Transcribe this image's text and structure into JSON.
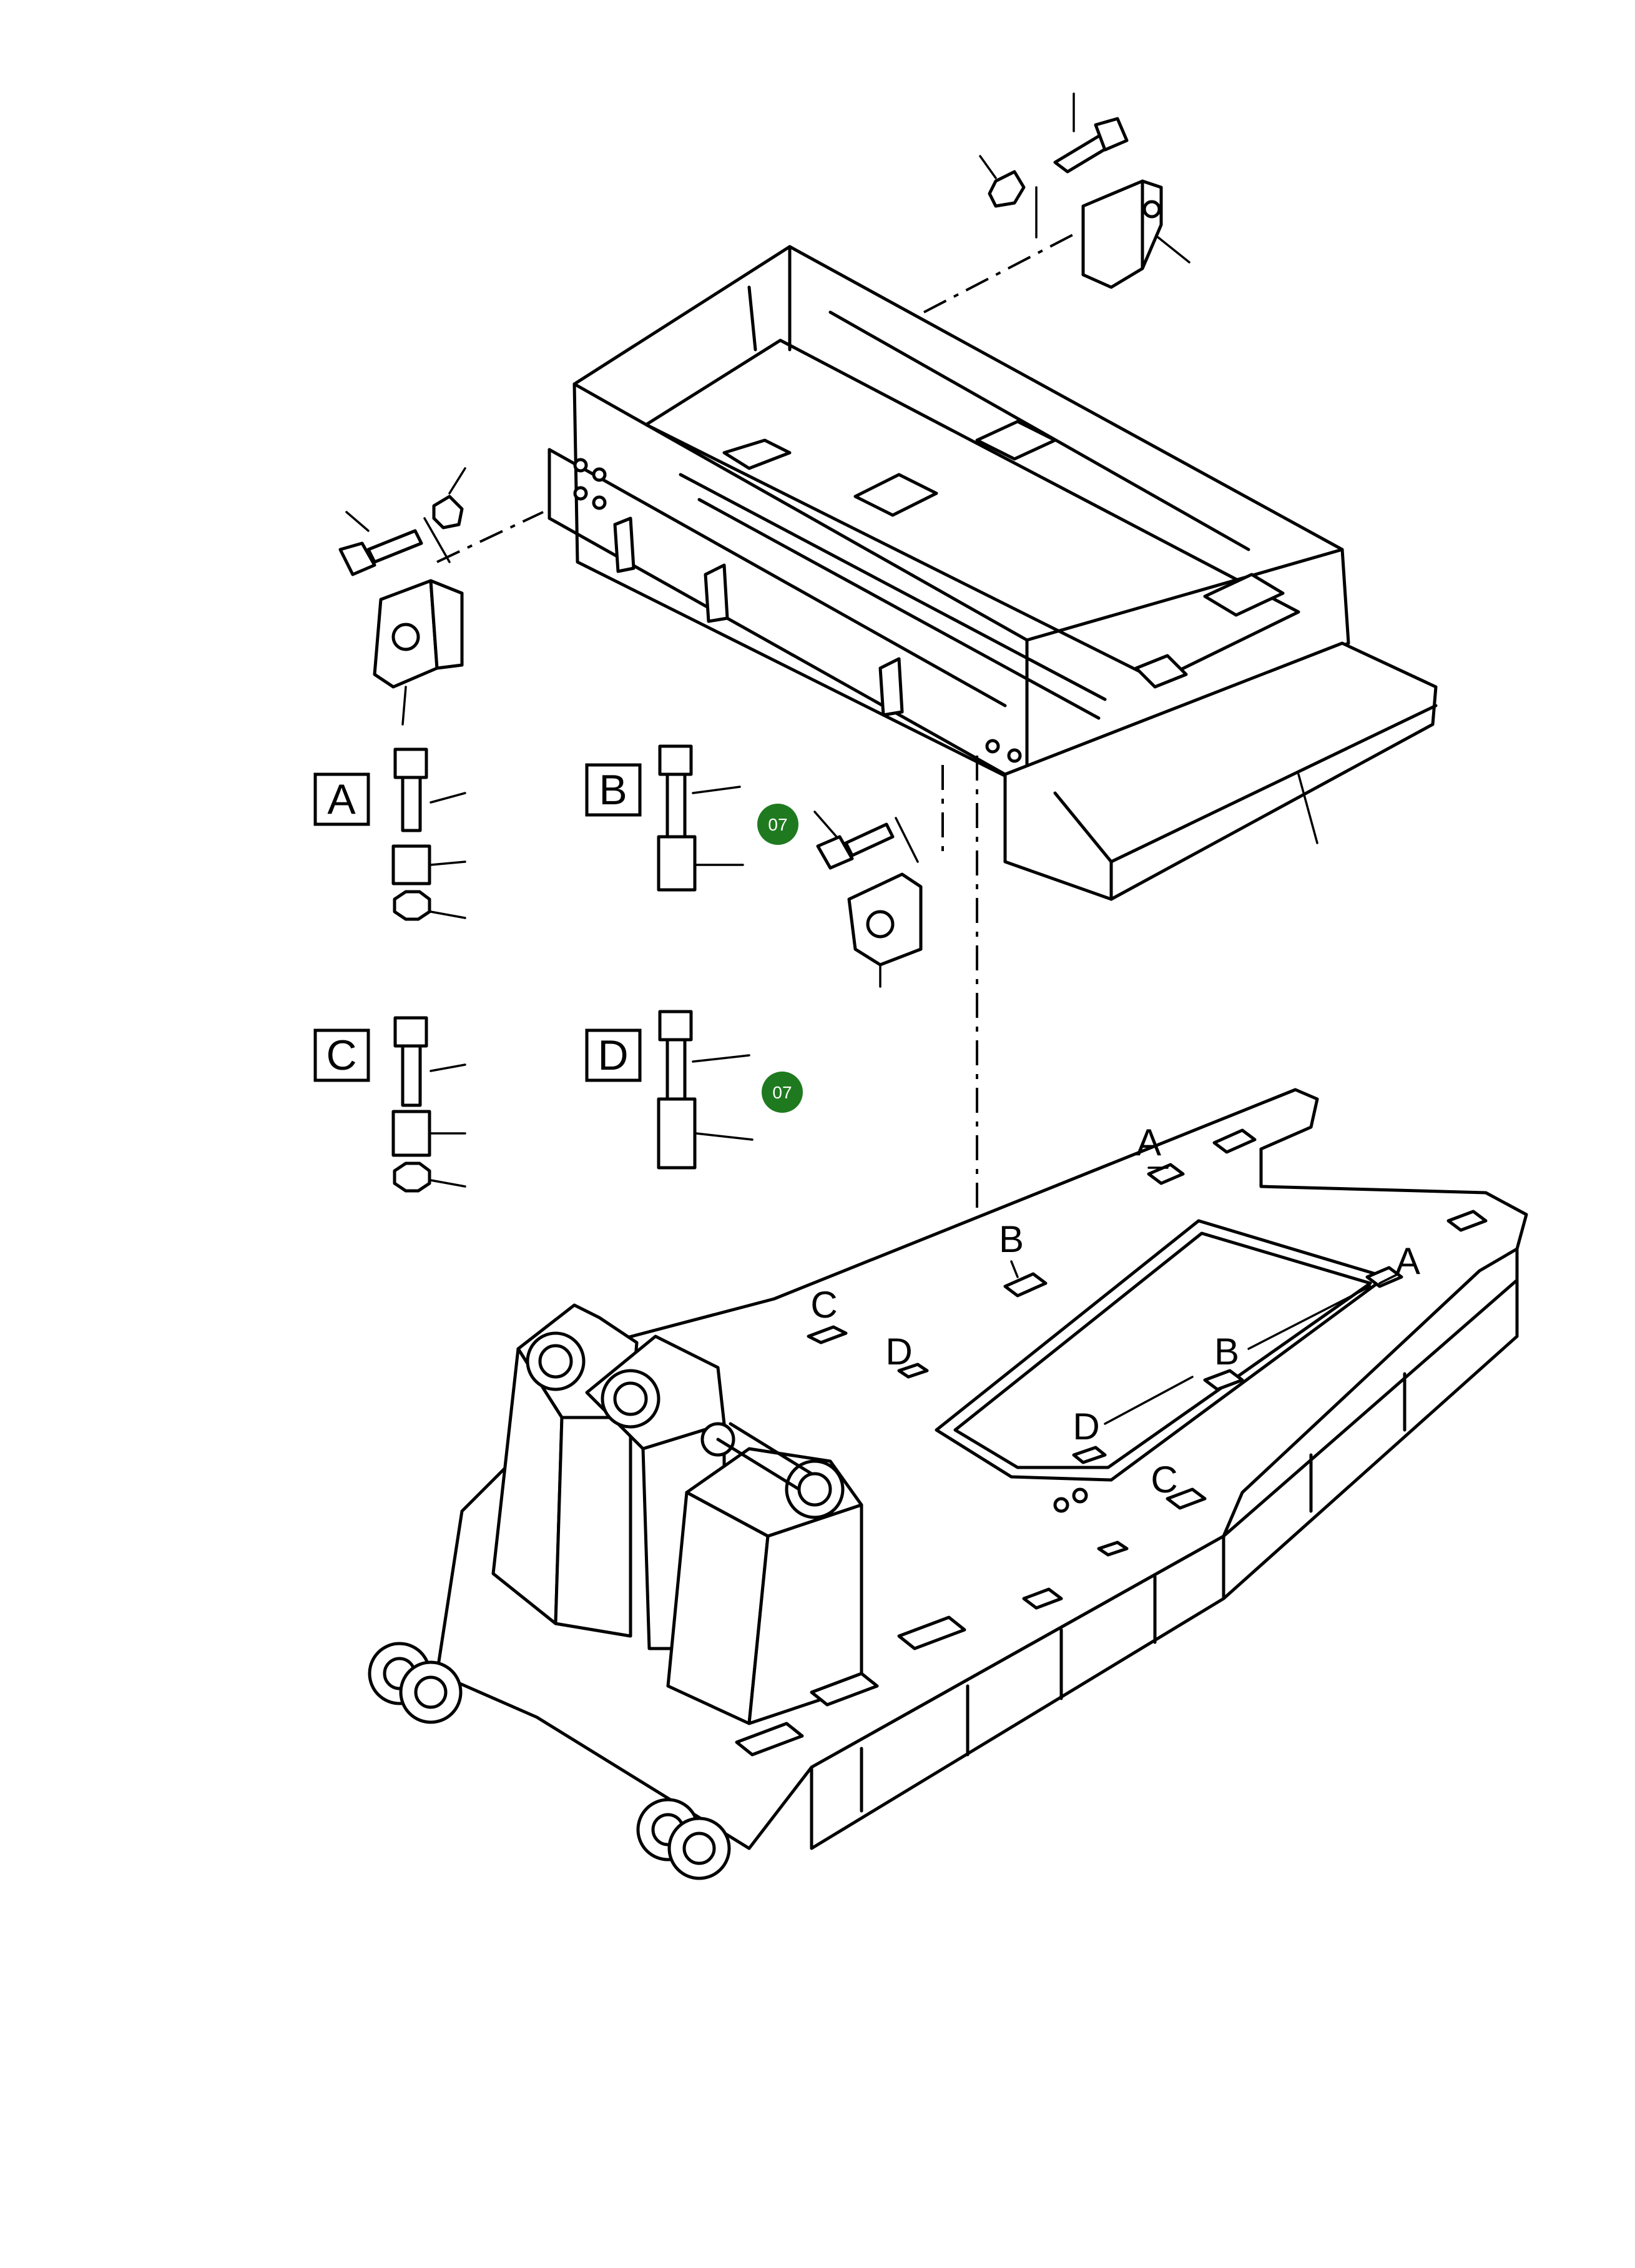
{
  "detail_labels": {
    "a": "A",
    "b": "B",
    "c": "C",
    "d": "D"
  },
  "frame_labels": {
    "a_rear": "A",
    "b_rear": "B",
    "c_left": "C",
    "d_left": "D",
    "a_right": "A",
    "b_right": "B",
    "d_mid": "D",
    "c_right": "C"
  },
  "hotspots": [
    {
      "text": "07"
    },
    {
      "text": "07"
    }
  ],
  "colors": {
    "hotspot_fill": "#1f7a1f",
    "hotspot_text": "#ffffff",
    "line": "#000000"
  }
}
